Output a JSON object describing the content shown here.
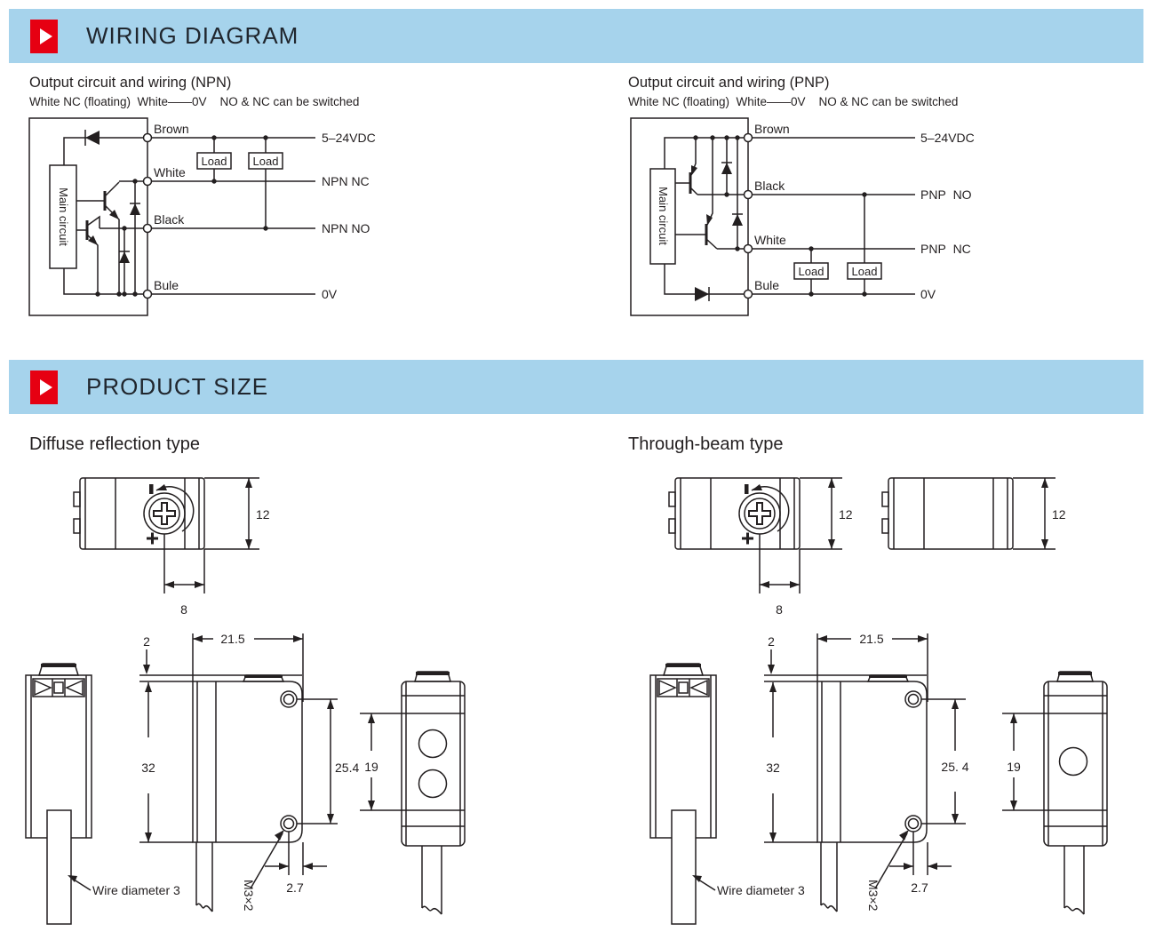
{
  "banners": {
    "wiring": "WIRING DIAGRAM",
    "product_size": "PRODUCT SIZE"
  },
  "colors": {
    "banner_bg": "#a6d3ec",
    "accent_red": "#e60012",
    "ink": "#231f20"
  },
  "wiring": {
    "npn": {
      "heading": "Output circuit and wiring (NPN)",
      "subheading": "White NC (floating)  White——0V    NO & NC can be switched",
      "main_circuit": "Main circuit",
      "load_label": "Load",
      "wires": [
        "Brown",
        "White",
        "Black",
        "Bule"
      ],
      "outputs": [
        "5–24VDC",
        "NPN NC",
        "NPN NO",
        "0V"
      ]
    },
    "pnp": {
      "heading": "Output circuit and wiring (PNP)",
      "subheading": "White NC (floating)  White——0V    NO & NC can be switched",
      "main_circuit": "Main circuit",
      "load_label": "Load",
      "wires": [
        "Brown",
        "Black",
        "White",
        "Bule"
      ],
      "outputs": [
        "5–24VDC",
        "PNP  NO",
        "PNP  NC",
        "0V"
      ]
    }
  },
  "product_size": {
    "diffuse": {
      "heading": "Diffuse reflection type",
      "dims": {
        "top_height": "12",
        "screw_offset": "8",
        "lid": "2",
        "width": "21.5",
        "body_height": "32",
        "hole_spacing": "25.4",
        "hole_to_edge": "2.7",
        "screw_spec": "M3×2",
        "wire_note": "Wire diameter 3",
        "window_height": "19"
      }
    },
    "through_beam": {
      "heading": "Through-beam type",
      "dims": {
        "top_height_receiver": "12",
        "top_height_emitter": "12",
        "screw_offset": "8",
        "lid": "2",
        "width": "21.5",
        "body_height": "32",
        "hole_spacing": "25. 4",
        "hole_to_edge": "2.7",
        "screw_spec": "M3×2",
        "wire_note": "Wire diameter 3",
        "window_height": "19"
      }
    }
  }
}
